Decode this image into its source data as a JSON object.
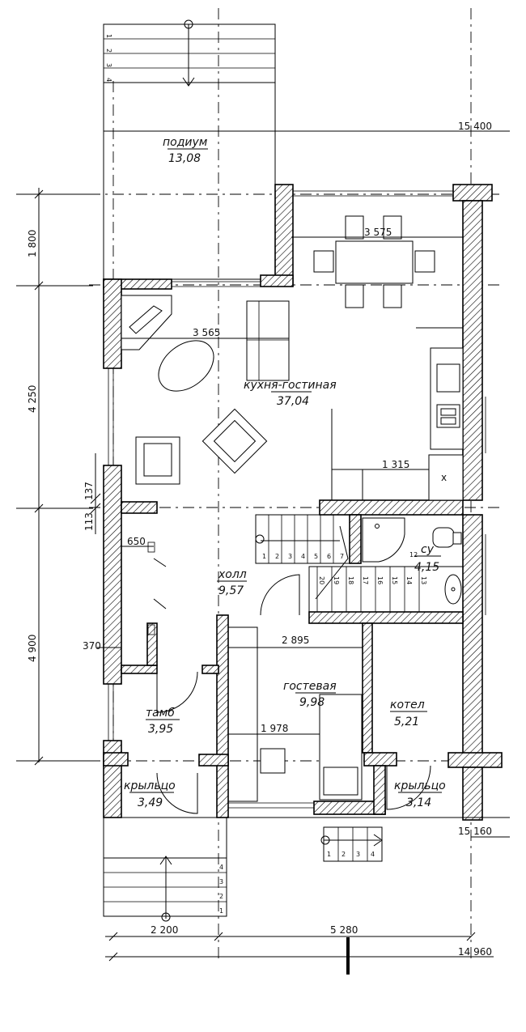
{
  "rooms": {
    "podium": {
      "name": "подиум",
      "area": "13,08"
    },
    "kitchen": {
      "name": "кухня-гостиная",
      "area": "37,04"
    },
    "hall": {
      "name": "холл",
      "area": "9,57"
    },
    "wc": {
      "name": "су",
      "area": "4,15"
    },
    "guest": {
      "name": "гостевая",
      "area": "9,98"
    },
    "boiler": {
      "name": "котел",
      "area": "5,21"
    },
    "tambour": {
      "name": "тамб",
      "area": "3,95"
    },
    "porch_left": {
      "name": "крыльцо",
      "area": "3,49"
    },
    "porch_right": {
      "name": "крыльцо",
      "area": "3,14"
    }
  },
  "dimensions": {
    "right_top": "15 400",
    "right_mid": "15 160",
    "right_bottom": "14 960",
    "left_1800": "1 800",
    "left_4250": "4 250",
    "left_4900": "4 900",
    "left_137": "137",
    "left_113": "113",
    "left_370": "370",
    "d_3575": "3 575",
    "d_3565": "3 565",
    "d_1315": "1 315",
    "d_650": "650",
    "d_2895": "2 895",
    "d_1978": "1 978",
    "bottom_2200": "2 200",
    "bottom_5280": "5 280"
  },
  "stair_steps": {
    "top": [
      "1",
      "2",
      "3",
      "4"
    ],
    "main_lower": [
      "1",
      "2",
      "3",
      "4",
      "5",
      "6",
      "7"
    ],
    "main_upper": [
      "20",
      "19",
      "18",
      "17",
      "16",
      "15",
      "14",
      "13"
    ],
    "landing": [
      "12"
    ],
    "right_porch": [
      "1",
      "2",
      "3",
      "4"
    ],
    "bottom": [
      "4",
      "3",
      "2",
      "1"
    ]
  },
  "colors": {
    "line": "#000000",
    "background": "#ffffff"
  }
}
